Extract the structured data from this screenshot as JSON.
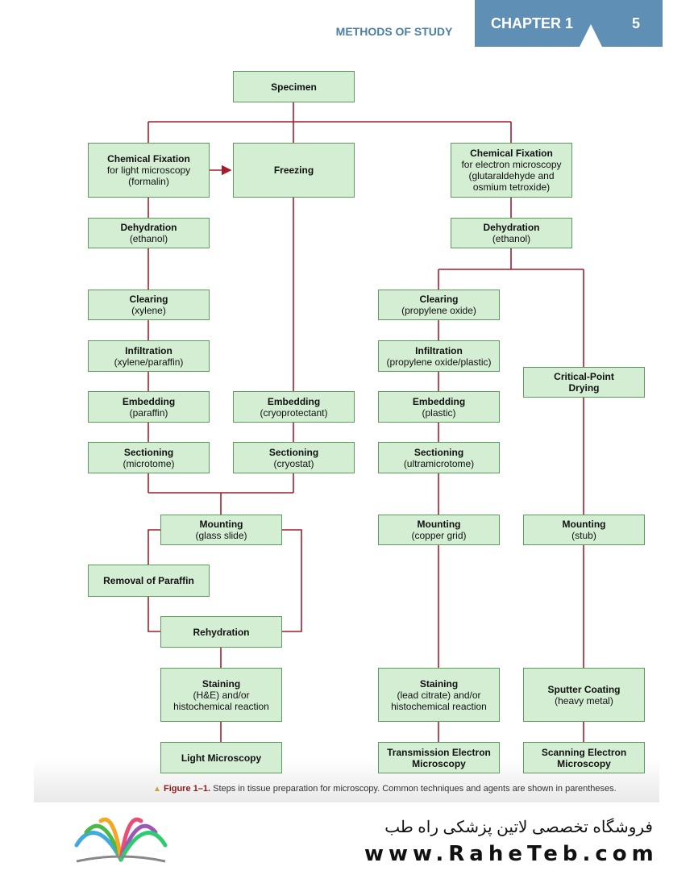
{
  "header": {
    "section": "METHODS OF STUDY",
    "chapter": "CHAPTER 1",
    "page": "5"
  },
  "boxes": {
    "specimen": {
      "title": "Specimen",
      "sub": ""
    },
    "chem_fix_lm": {
      "title": "Chemical Fixation",
      "sub": "for light microscopy (formalin)"
    },
    "freezing": {
      "title": "Freezing",
      "sub": ""
    },
    "chem_fix_em": {
      "title": "Chemical Fixation",
      "sub": "for electron microscopy (glutaraldehyde and osmium tetroxide)"
    },
    "dehyd_lm": {
      "title": "Dehydration",
      "sub": "(ethanol)"
    },
    "dehyd_em": {
      "title": "Dehydration",
      "sub": "(ethanol)"
    },
    "clearing_lm": {
      "title": "Clearing",
      "sub": "(xylene)"
    },
    "clearing_em": {
      "title": "Clearing",
      "sub": "(propylene oxide)"
    },
    "infil_lm": {
      "title": "Infiltration",
      "sub": "(xylene/paraffin)"
    },
    "infil_em": {
      "title": "Infiltration",
      "sub": "(propylene oxide/plastic)"
    },
    "critical_point": {
      "title": "Critical-Point Drying",
      "sub": ""
    },
    "embed_lm": {
      "title": "Embedding",
      "sub": "(paraffin)"
    },
    "embed_frz": {
      "title": "Embedding",
      "sub": "(cryoprotectant)"
    },
    "embed_em": {
      "title": "Embedding",
      "sub": "(plastic)"
    },
    "sect_lm": {
      "title": "Sectioning",
      "sub": "(microtome)"
    },
    "sect_frz": {
      "title": "Sectioning",
      "sub": "(cryostat)"
    },
    "sect_em": {
      "title": "Sectioning",
      "sub": "(ultramicrotome)"
    },
    "mount_lm": {
      "title": "Mounting",
      "sub": "(glass slide)"
    },
    "mount_tem": {
      "title": "Mounting",
      "sub": "(copper grid)"
    },
    "mount_sem": {
      "title": "Mounting",
      "sub": "(stub)"
    },
    "removal": {
      "title": "Removal of Paraffin",
      "sub": ""
    },
    "rehydration": {
      "title": "Rehydration",
      "sub": ""
    },
    "stain_lm": {
      "title": "Staining",
      "sub": "(H&E) and/or histochemical reaction"
    },
    "stain_tem": {
      "title": "Staining",
      "sub": "(lead citrate) and/or histochemical reaction"
    },
    "sputter": {
      "title": "Sputter Coating",
      "sub": "(heavy metal)"
    },
    "light_micro": {
      "title": "Light Microscopy",
      "sub": ""
    },
    "tem": {
      "title": "Transmission Electron Microscopy",
      "sub": ""
    },
    "sem": {
      "title": "Scanning Electron Microscopy",
      "sub": ""
    }
  },
  "caption": {
    "label": "Figure 1–1.",
    "text": "Steps in tissue preparation for microscopy. Common techniques and agents are shown in parentheses."
  },
  "footer": {
    "store_name": "فروشگاه تخصصی لاتین پزشکی راه طب",
    "website": "www.RaheTeb.com",
    "logo_icon": "open-book-icon"
  },
  "colors": {
    "box_fill": "#d4eed3",
    "box_border": "#5e9c5e",
    "connector": "#a51d2a",
    "header_blue": "#5f8fb5"
  }
}
